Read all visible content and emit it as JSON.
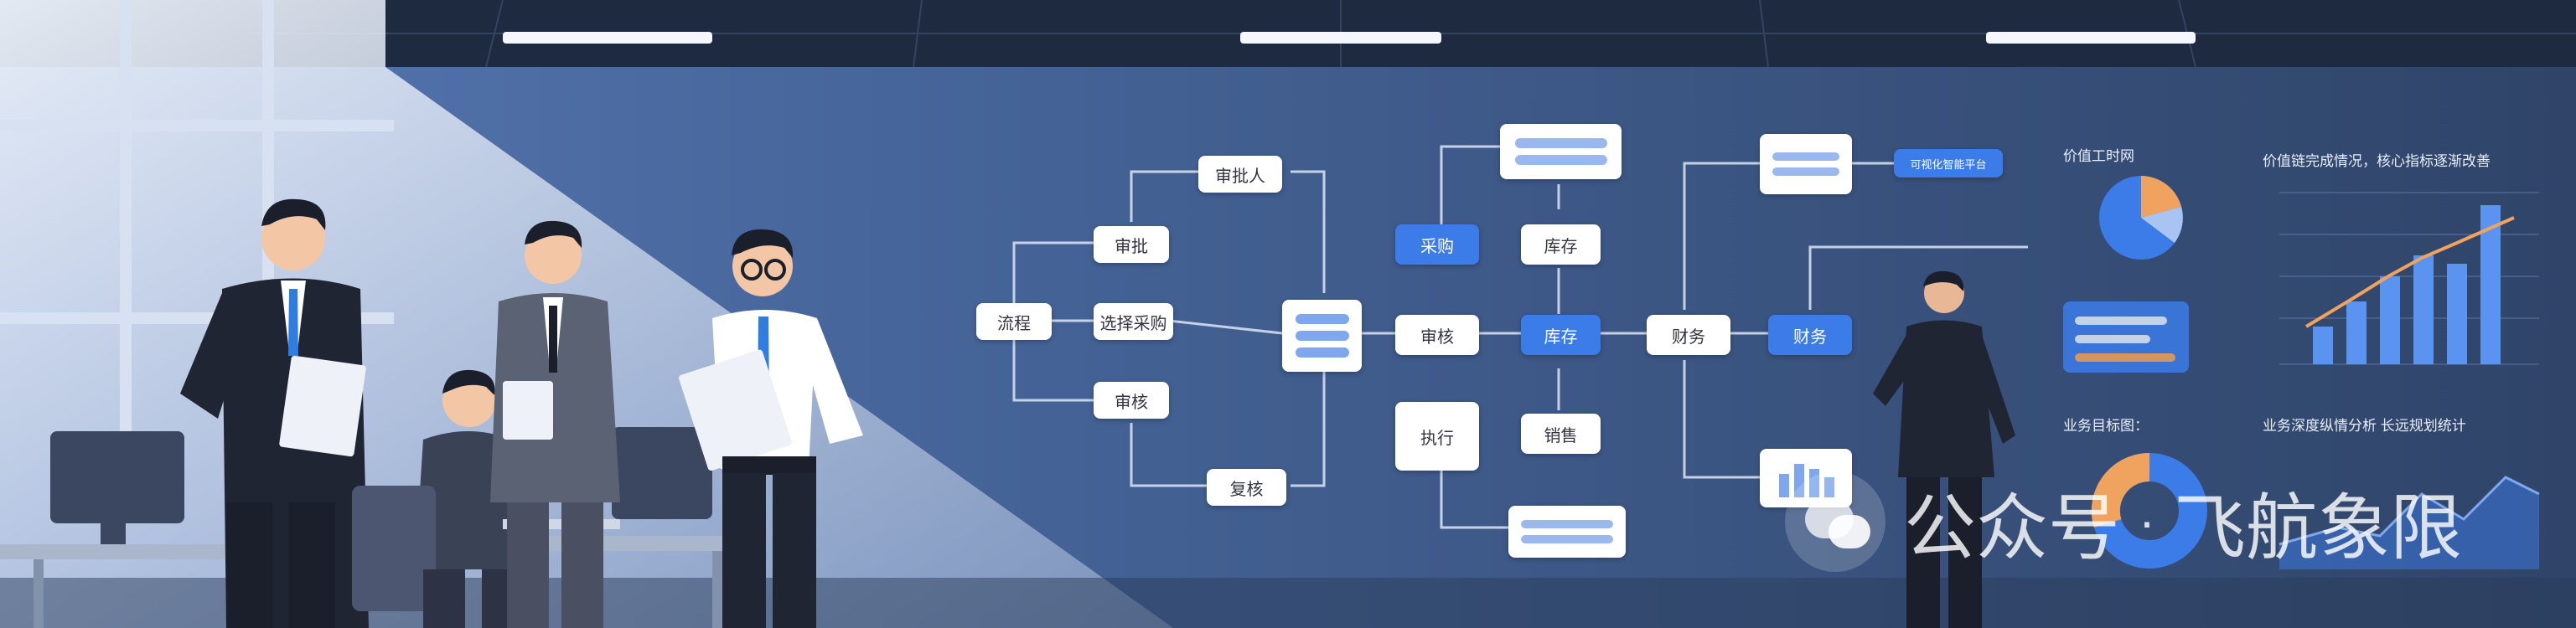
{
  "flow": {
    "left_col": [
      "审批人",
      "审批",
      "流程",
      "选择采购",
      "审核",
      "复核"
    ],
    "mid_col": [
      "采购",
      "库存",
      "库存",
      "审核",
      "执行",
      "销售"
    ],
    "right_col": [
      "财务",
      "财务",
      "可视化智能平台"
    ]
  },
  "dashboard": {
    "pie_title": "价值工时网",
    "bar_title": "价值链完成情况，核心指标逐渐改善",
    "donut_title": "业务目标图：",
    "line_title": "业务深度纵情分析 长远规划统计"
  },
  "watermark": {
    "text_left": "公众号",
    "text_right": "飞航象限"
  },
  "colors": {
    "wall": "#3d5a86",
    "accent_blue": "#3c7ce8",
    "orange": "#f0a35e",
    "suit_dark": "#1f2533"
  }
}
